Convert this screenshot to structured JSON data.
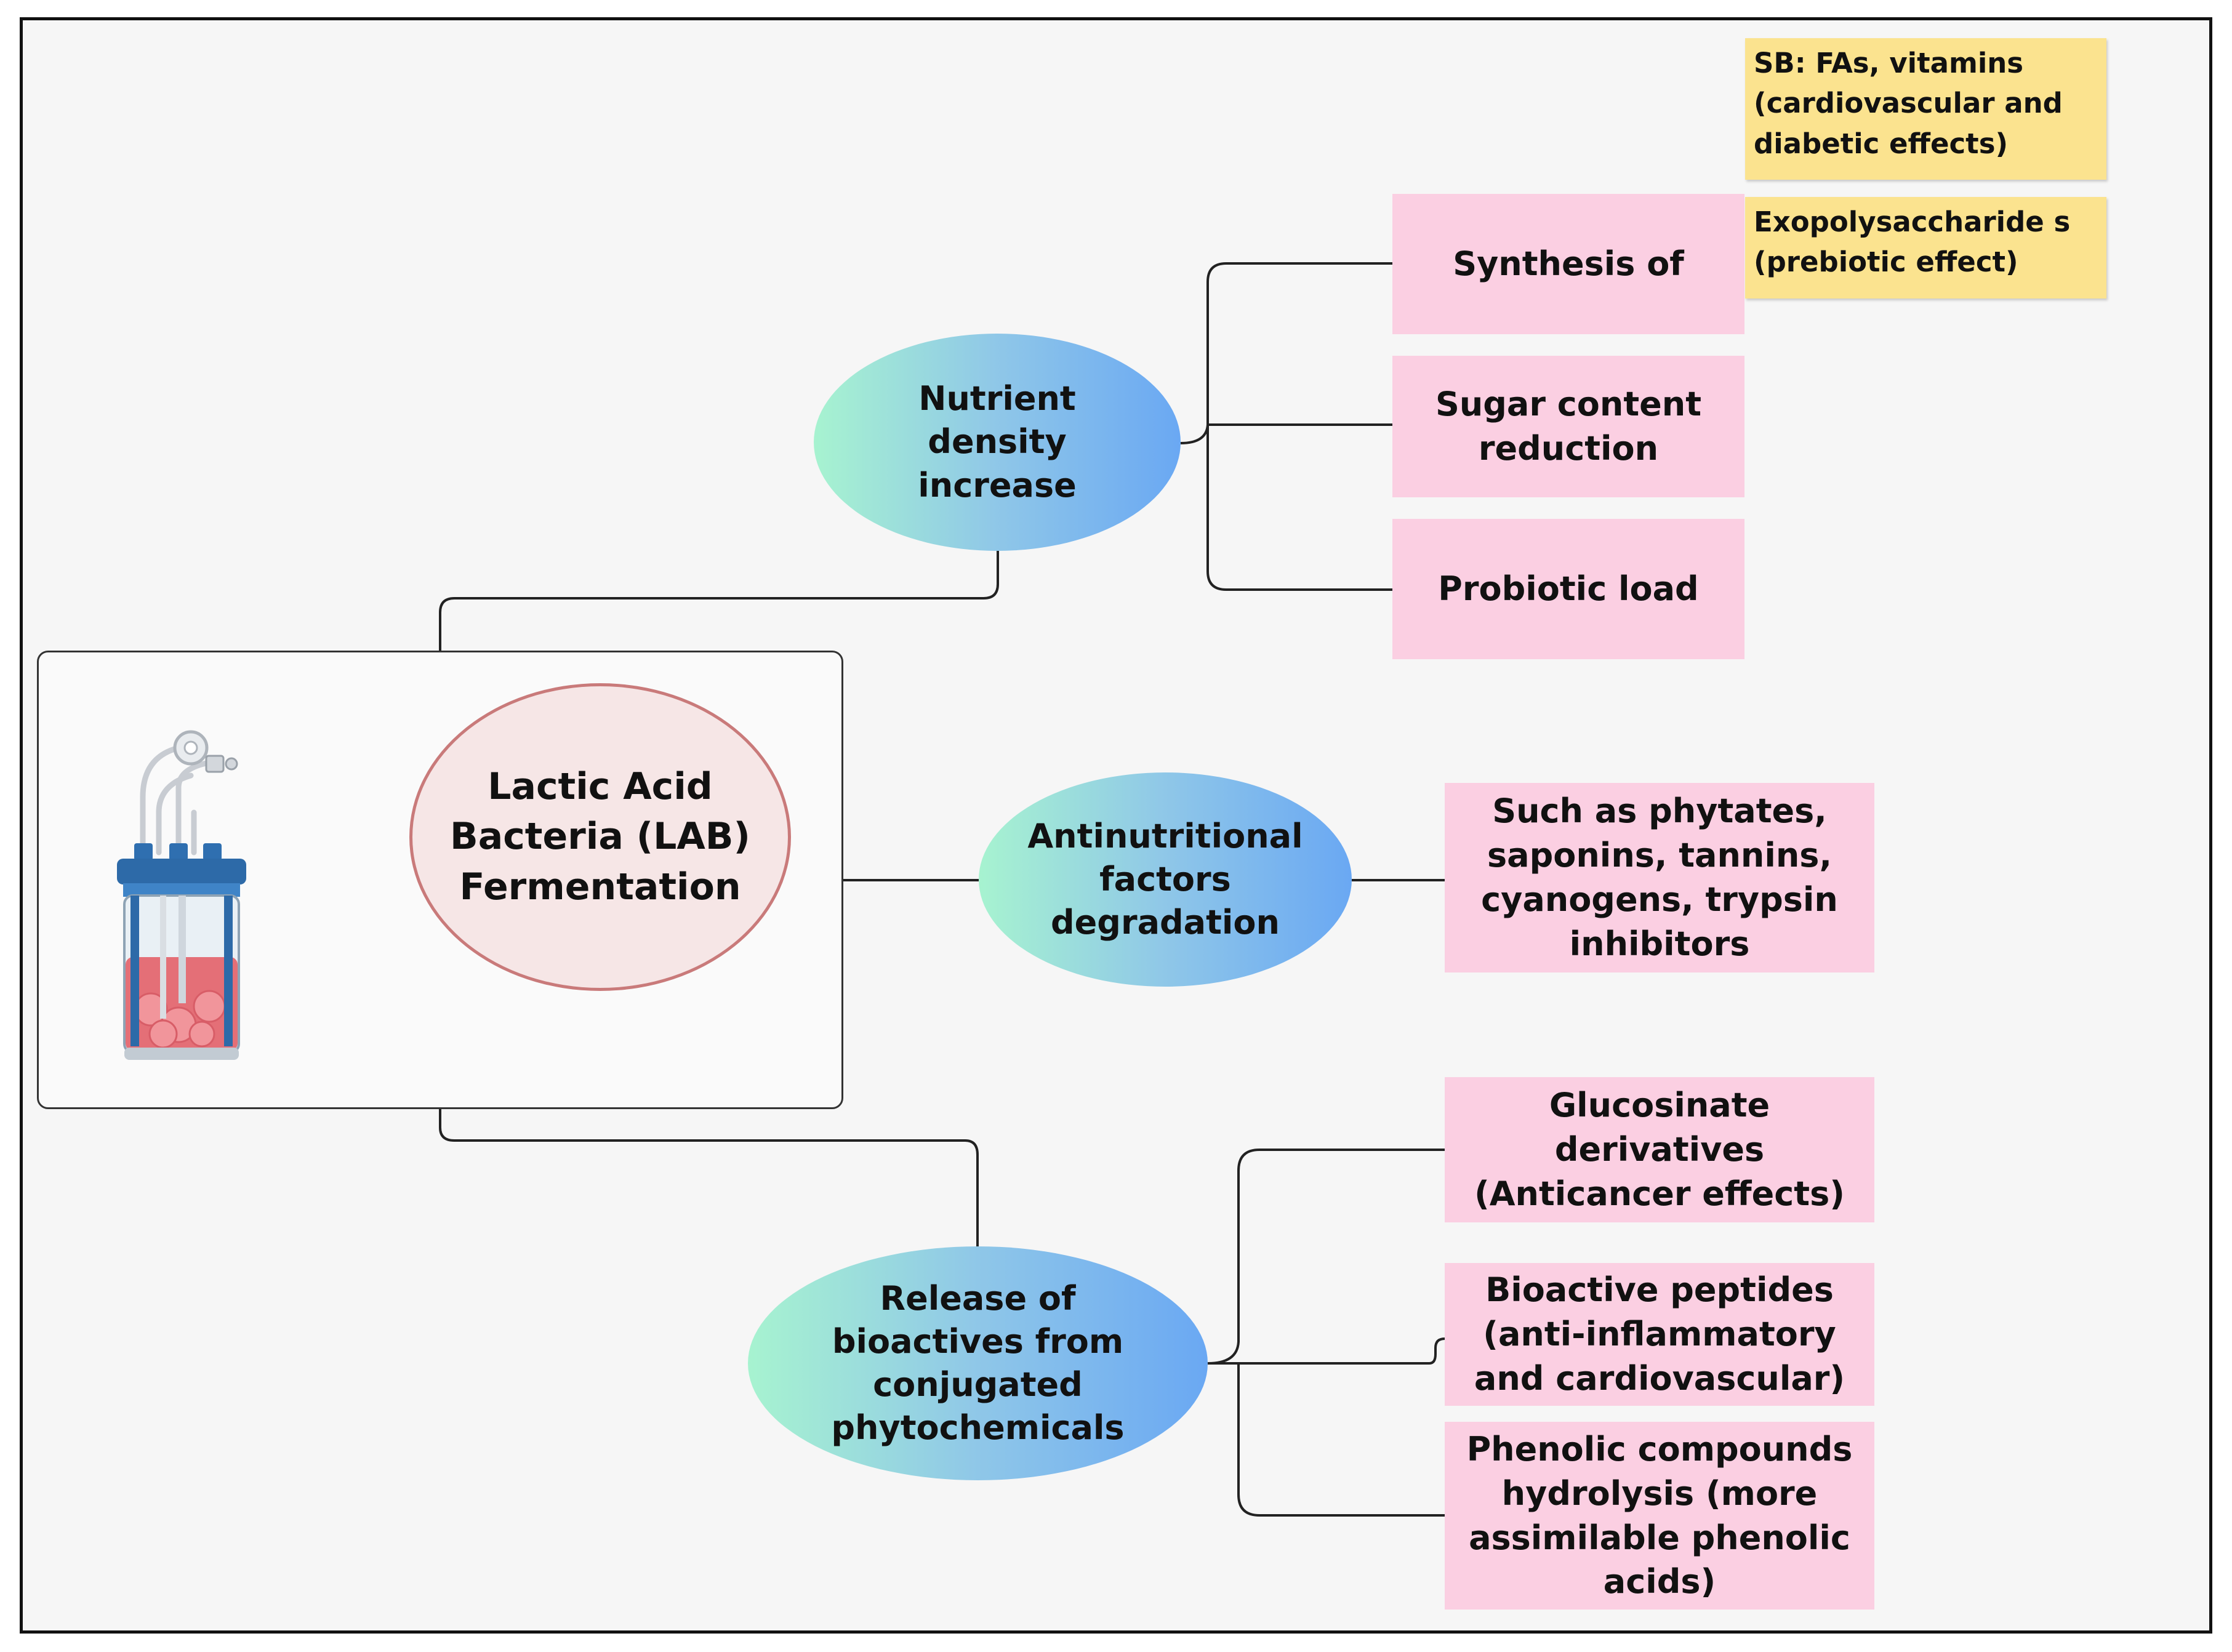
{
  "center": {
    "label": "Lactic Acid Bacteria (LAB) Fermentation"
  },
  "branches": {
    "nutrient": {
      "label": "Nutrient density increase",
      "items": {
        "synthesis": "Synthesis of",
        "sugar": "Sugar content reduction",
        "probiotic": "Probiotic load"
      },
      "notes": {
        "sb": "SB: FAs, vitamins (cardiovascular and diabetic effects)",
        "exo": "Exopolysaccharide s (prebiotic effect)"
      }
    },
    "antinutritional": {
      "label": "Antinutritional factors degradation",
      "items": {
        "examples": "Such as phytates, saponins, tannins, cyanogens, trypsin inhibitors"
      }
    },
    "release": {
      "label": "Release of bioactives from conjugated phytochemicals",
      "items": {
        "glucosinate": "Glucosinate derivatives (Anticancer effects)",
        "peptides": "Bioactive peptides (anti-inflammatory and cardiovascular)",
        "phenolic": "Phenolic compounds hydrolysis (more assimilable phenolic acids)"
      }
    }
  },
  "colors": {
    "pink_box": "#fbcfe2",
    "yellow_note": "#fbe38f",
    "ellipse_gradient_start": "#a7f3d0",
    "ellipse_gradient_end": "#6aa8f3",
    "lab_ellipse_fill": "#f6e6e6",
    "lab_ellipse_border": "#c97a7a",
    "connector": "#222222"
  },
  "icons": {
    "bioreactor": "bioreactor-icon"
  }
}
